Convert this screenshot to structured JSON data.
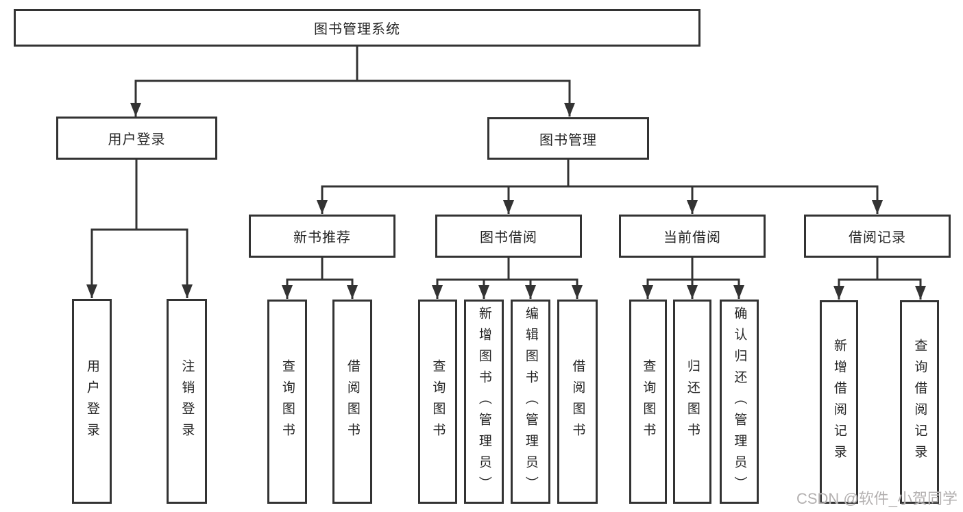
{
  "nodes": {
    "root": {
      "label": "图书管理系统"
    },
    "user_login": {
      "label": "用户登录"
    },
    "book_management": {
      "label": "图书管理"
    },
    "new_book_rec": {
      "label": "新书推荐"
    },
    "book_borrow": {
      "label": "图书借阅"
    },
    "current_borrow": {
      "label": "当前借阅"
    },
    "borrow_records": {
      "label": "借阅记录"
    },
    "leaf_user_login": {
      "label": "用户登录"
    },
    "leaf_logout": {
      "label": "注销登录"
    },
    "leaf_nbr_query": {
      "label": "查询图书"
    },
    "leaf_nbr_borrow": {
      "label": "借阅图书"
    },
    "leaf_bb_query": {
      "label": "查询图书"
    },
    "leaf_bb_add": {
      "label": "新增图书（管理员）"
    },
    "leaf_bb_edit": {
      "label": "编辑图书（管理员）"
    },
    "leaf_bb_borrow": {
      "label": "借阅图书"
    },
    "leaf_cb_query": {
      "label": "查询图书"
    },
    "leaf_cb_return": {
      "label": "归还图书"
    },
    "leaf_cb_confirm": {
      "label": "确认归还（管理员）"
    },
    "leaf_br_add": {
      "label": "新增借阅记录"
    },
    "leaf_br_query": {
      "label": "查询借阅记录"
    }
  },
  "watermark": {
    "text": "CSDN @软件_小贺同学"
  },
  "colors": {
    "line": "#333333",
    "box_border": "#333333",
    "text": "#262626",
    "watermark": "#b3b0b0",
    "background": "#ffffff"
  }
}
